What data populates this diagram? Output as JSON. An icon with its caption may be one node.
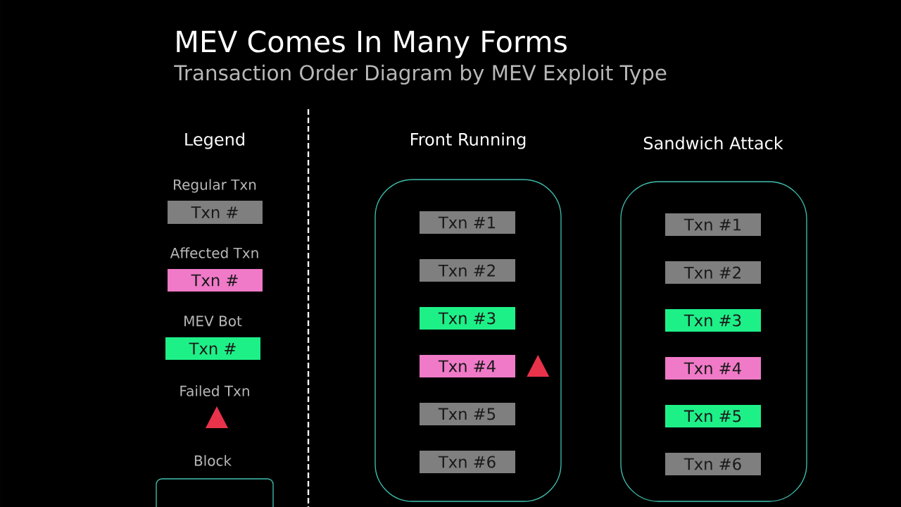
{
  "diagram": {
    "title": "MEV Comes In Many Forms",
    "nodes": [
      {
        "text": [
          "Front Running"
        ]
      },
      {
        "text": [
          "Txn #1"
        ],
        "in": 0
      },
      {
        "text": [
          "Txn #2"
        ],
        "in": 0
      },
      {
        "text": [
          "Txn #3"
        ],
        "in": 0
      },
      {
        "text": [
          "Txn #4"
        ],
        "in": 0
      },
      {
        "text": [
          "Txn #5"
        ],
        "in": 0
      },
      {
        "text": [
          "Txn #6"
        ],
        "in": 0
      },
      {
        "text": [
          "Sandwich Attack"
        ]
      },
      {
        "text": [
          "Txn #1"
        ],
        "in": 7
      },
      {
        "text": [
          "Txn #2"
        ],
        "in": 7
      },
      {
        "text": [
          "Txn #3"
        ],
        "in": 7
      },
      {
        "text": [
          "Txn #4"
        ],
        "in": 7
      },
      {
        "text": [
          "Txn #5"
        ],
        "in": 7
      },
      {
        "text": [
          "Txn #6"
        ],
        "in": 7
      }
    ],
    "labels": [
      "Transaction Order Diagram by MEV Exploit Type",
      "Legend",
      "Txn #",
      "Txn #",
      "Txn #"
    ],
    "legend": [
      {
        "text": "Regular Txn",
        "color": "#7f7f7f"
      },
      {
        "text": "Affected Txn",
        "color": "#f07ac8"
      },
      {
        "text": "MEV Bot",
        "color": "#1ef088"
      },
      {
        "text": "Failed Txn"
      },
      {
        "text": "Block"
      }
    ]
  }
}
